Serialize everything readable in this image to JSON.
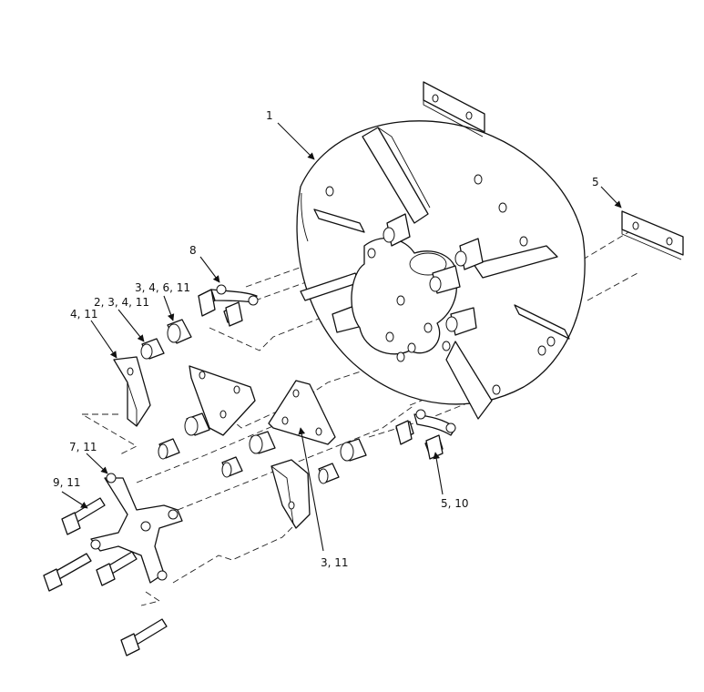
{
  "callouts": {
    "c1": "1",
    "c5": "5",
    "c8": "8",
    "c3_4_6_11": "3, 4, 6, 11",
    "c2_3_4_11": "2, 3, 4, 11",
    "c4_11": "4, 11",
    "c7_11": "7, 11",
    "c9_11": "9, 11",
    "c5_10": "5, 10",
    "c3_11": "3, 11"
  },
  "colors": {
    "ink": "#111111",
    "paper": "#ffffff"
  }
}
